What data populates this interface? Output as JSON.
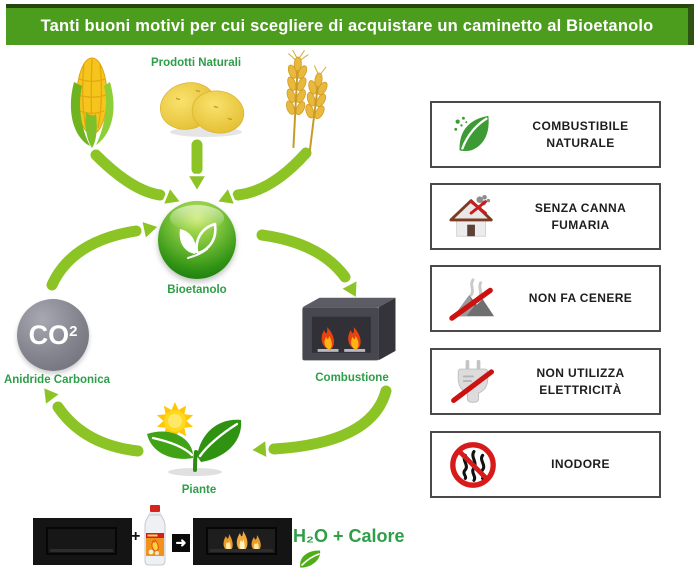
{
  "header": {
    "title": "Tanti buoni motivi per cui scegliere di acquistare un caminetto al Bioetanolo"
  },
  "cycle": {
    "products_label": "Prodotti Naturali",
    "bioethanol_label": "Bioetanolo",
    "co2_base": "CO",
    "co2_exponent": "2",
    "co2_label": "Anidride Carbonica",
    "combustion_label": "Combustione",
    "plants_label": "Piante"
  },
  "benefits": [
    {
      "icon": "natural-fuel-leaf-icon",
      "label": "COMBUSTIBILE NATURALE"
    },
    {
      "icon": "no-flue-house-icon",
      "label": "SENZA CANNA FUMARIA"
    },
    {
      "icon": "no-ash-icon",
      "label": "NON FA CENERE"
    },
    {
      "icon": "no-electricity-icon",
      "label": "NON UTILIZZA ELETTRICITÀ"
    },
    {
      "icon": "odorless-icon",
      "label": "INODORE"
    }
  ],
  "equation": {
    "plus_sign": "+",
    "arrow_symbol": "➜",
    "result": "H₂O + Calore"
  },
  "colors": {
    "header_green": "#4c9c1e",
    "label_green": "#2f9e48",
    "arrow_green": "#8cc426",
    "prohibition_red": "#d21d1d"
  }
}
